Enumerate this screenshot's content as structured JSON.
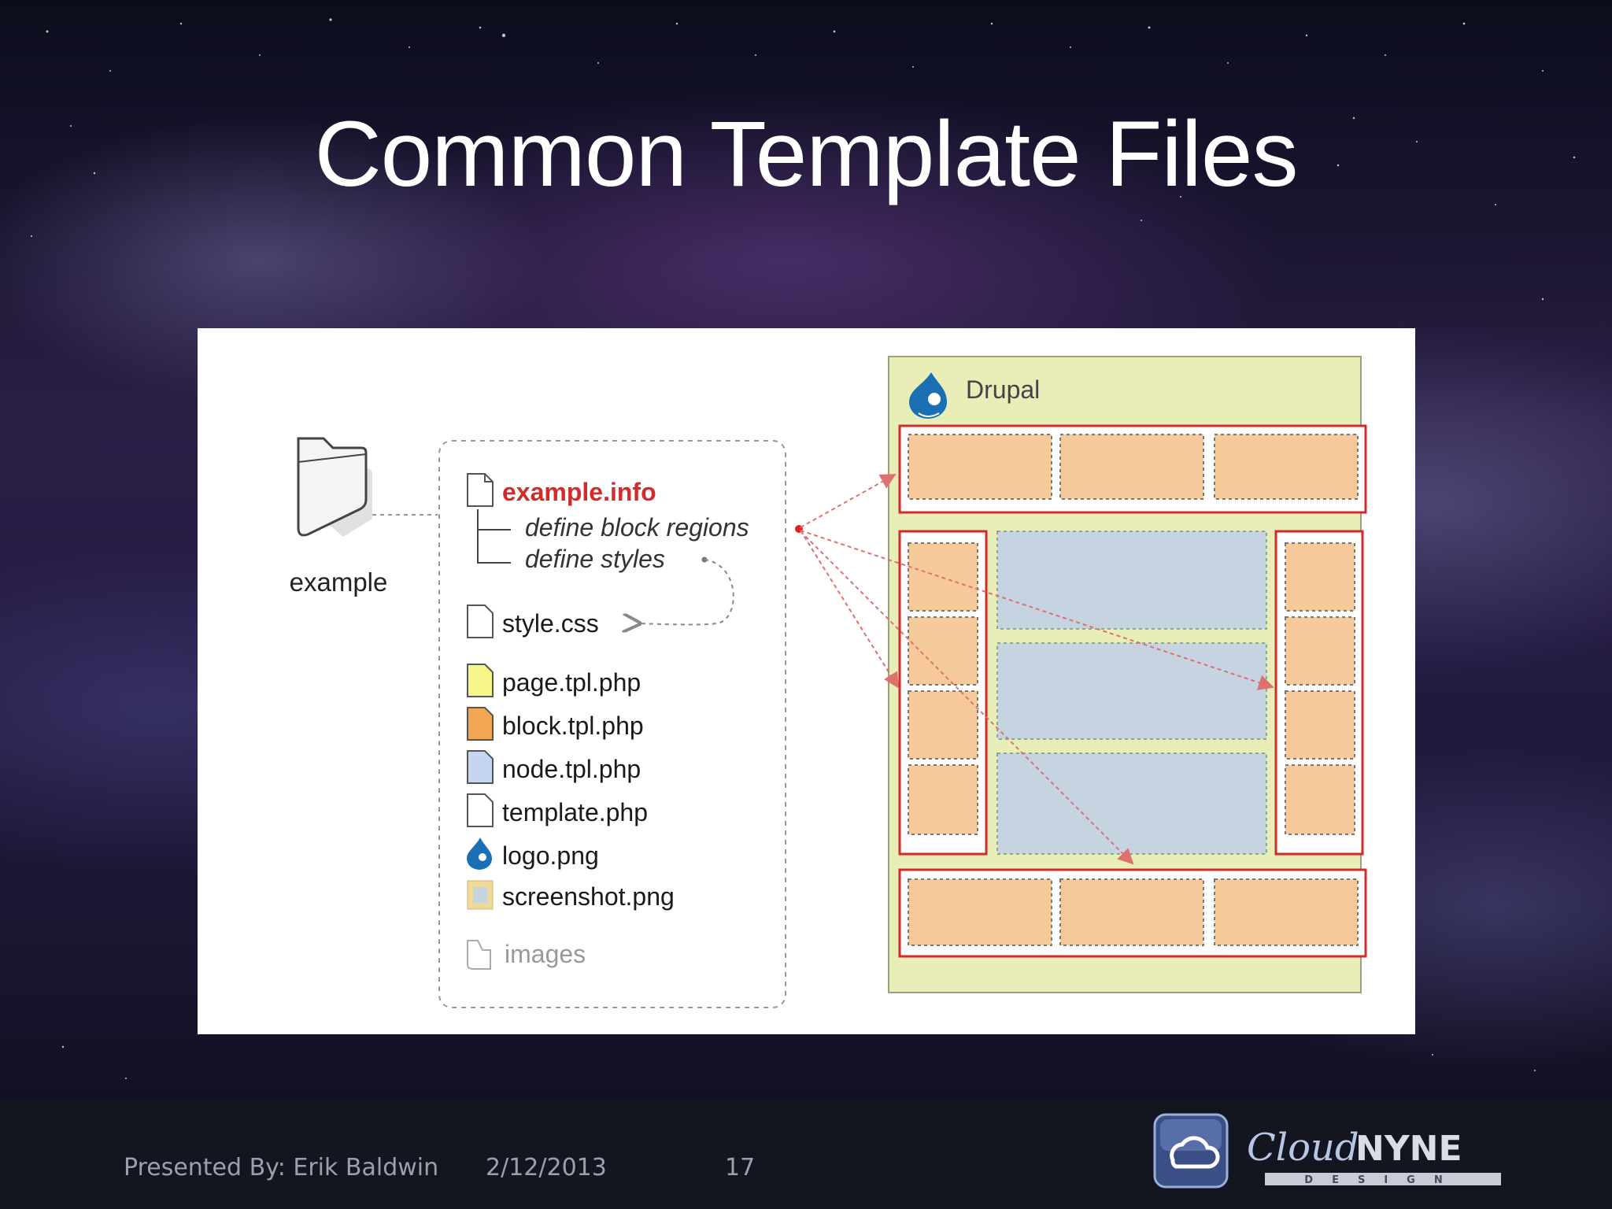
{
  "slide": {
    "title": "Common Template Files"
  },
  "diagram": {
    "folder_label": "example",
    "info_file": "example.info",
    "info_line1": "define block regions",
    "info_line2": "define styles",
    "files": [
      {
        "name": "style.css",
        "color": "#ffffff"
      },
      {
        "name": "page.tpl.php",
        "color": "#f5f58a"
      },
      {
        "name": "block.tpl.php",
        "color": "#f2a552"
      },
      {
        "name": "node.tpl.php",
        "color": "#c4d6f2"
      },
      {
        "name": "template.php",
        "color": "#ffffff"
      },
      {
        "name": "logo.png",
        "color": "#1a6fb5"
      },
      {
        "name": "screenshot.png",
        "color": "#f1d99a"
      },
      {
        "name": "images",
        "color": "#ffffff"
      }
    ],
    "drupal_label": "Drupal",
    "colors": {
      "accent_red": "#d42a2a",
      "region_fill": "#f5c99a",
      "content_fill": "#c6d4e2",
      "page_fill": "#e9edb8"
    }
  },
  "footer": {
    "presenter": "Presented By: Erik Baldwin",
    "date": "2/12/2013",
    "page_number": "17",
    "logo_text_1": "Cloud",
    "logo_text_2": "NYNE",
    "logo_text_3": "DESIGN"
  }
}
